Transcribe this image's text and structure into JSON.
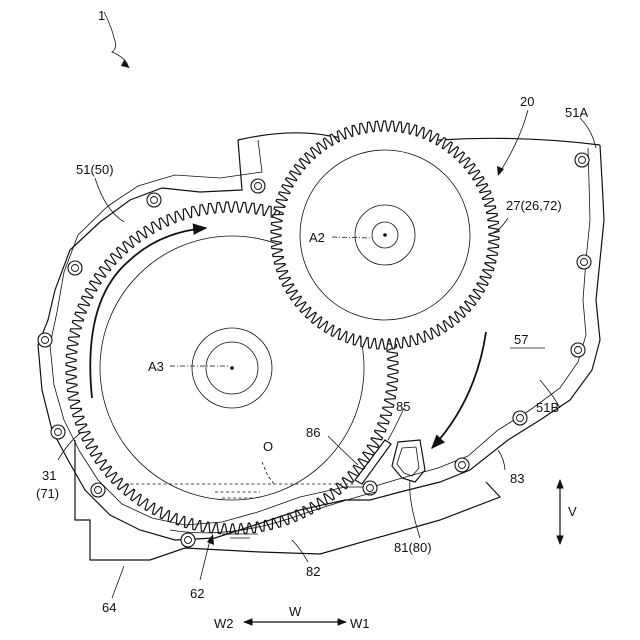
{
  "labels": {
    "fig_ref": "1",
    "l20": "20",
    "l51A": "51A",
    "l51_50": "51(50)",
    "l27": "27(26,72)",
    "lA2": "A2",
    "l57": "57",
    "lA3": "A3",
    "l51B": "51B",
    "l85": "85",
    "l86": "86",
    "lO": "O",
    "l83": "83",
    "l31": "31",
    "l71": "(71)",
    "lV": "V",
    "l81": "81(80)",
    "l82": "82",
    "l62": "62",
    "l64": "64",
    "lW": "W",
    "lW2": "W2",
    "lW1": "W1"
  },
  "gears": {
    "small": {
      "teeth": 90
    },
    "large": {
      "teeth": 120
    }
  }
}
